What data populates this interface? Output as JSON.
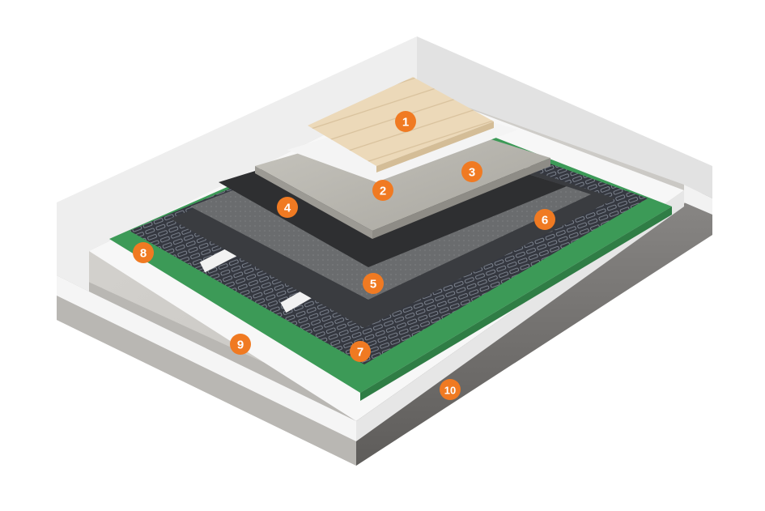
{
  "diagram": {
    "markers": [
      {
        "label": "1"
      },
      {
        "label": "2"
      },
      {
        "label": "3"
      },
      {
        "label": "4"
      },
      {
        "label": "5"
      },
      {
        "label": "6"
      },
      {
        "label": "7"
      },
      {
        "label": "8"
      },
      {
        "label": "9"
      },
      {
        "label": "10"
      }
    ],
    "colors": {
      "marker": "#f07a22",
      "wood": "#ecd9b9",
      "white_layer": "#f4f4f4",
      "stone": "#b9b7b0",
      "black_membrane": "#2e2f31",
      "grey_mesh": "#6a6c6e",
      "heating_panel": "#3a3d42",
      "green_layer": "#3c9a57",
      "white_board": "#f7f7f7",
      "concrete": "#cfcdca"
    }
  }
}
